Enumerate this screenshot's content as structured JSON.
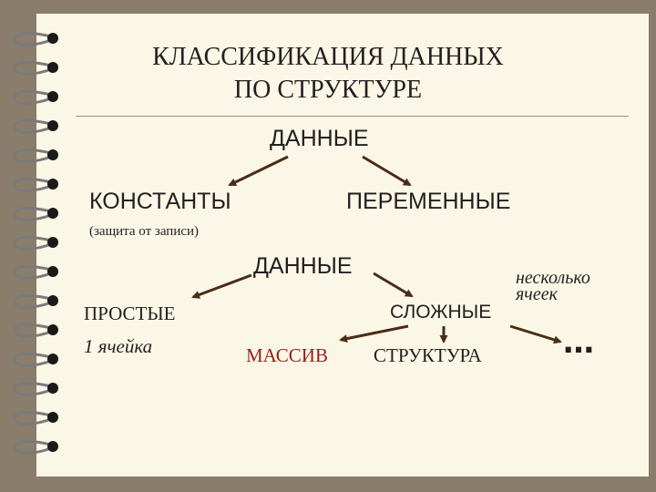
{
  "title": {
    "line1": "КЛАССИФИКАЦИЯ ДАННЫХ",
    "line2": "ПО СТРУКТУРЕ"
  },
  "top_tree": {
    "root": "ДАННЫЕ",
    "left": "КОНСТАНТЫ",
    "left_note": "(защита от записи)",
    "right": "ПЕРЕМЕННЫЕ"
  },
  "bottom_tree": {
    "root": "ДАННЫЕ",
    "simple": "ПРОСТЫЕ",
    "simple_note": "1 ячейка",
    "complex": "СЛОЖНЫЕ",
    "complex_note_1": "несколько",
    "complex_note_2": "ячеек",
    "array": "МАССИВ",
    "structure": "СТРУКТУРА",
    "ellipsis": "…"
  },
  "colors": {
    "arrow": "#4a2c16",
    "highlight": "#9b1b1b",
    "page": "#fbf7e6",
    "background": "#8b7d6b"
  }
}
